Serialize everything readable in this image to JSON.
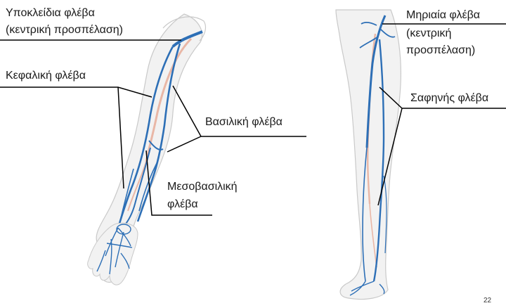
{
  "labels": {
    "subclavian_line1": "Υποκλείδια φλέβα",
    "subclavian_line2": "(κεντρική προσπέλαση)",
    "cephalic": "Κεφαλική φλέβα",
    "basilic": "Βασιλική φλέβα",
    "median_basilic_line1": "Μεσοβασιλική",
    "median_basilic_line2": "φλέβα",
    "femoral_line1": "Μηριαία φλέβα",
    "femoral_line2": "(κεντρική",
    "femoral_line3": "προσπέλαση)",
    "saphenous": "Σαφηνής φλέβα"
  },
  "page_number": "22",
  "colors": {
    "vein": "#2d6fb6",
    "artery": "#e9b7a6",
    "limb_fill": "#f2f2f2",
    "limb_outline": "#c9c9c9",
    "leader": "#000000"
  }
}
